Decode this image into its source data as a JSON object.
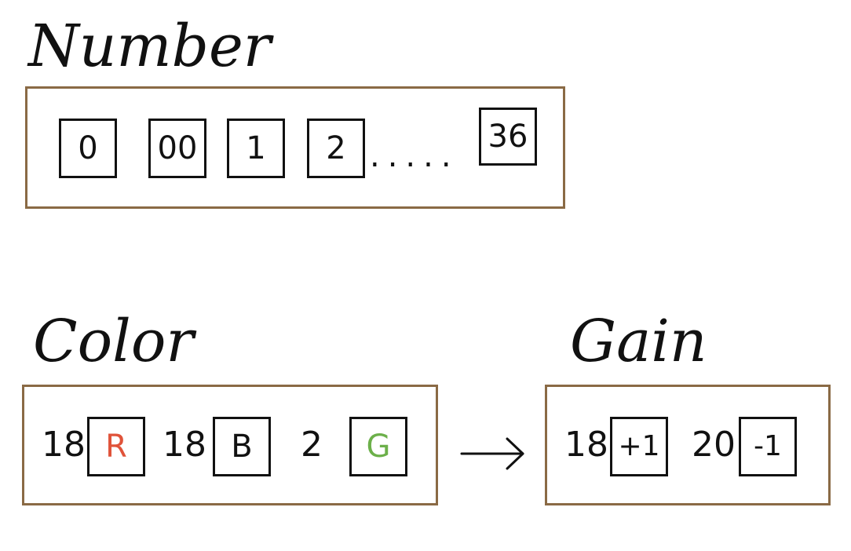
{
  "number": {
    "title": "Number",
    "boxes": [
      "0",
      "00",
      "1",
      "2",
      "36"
    ],
    "ellipsis": "....."
  },
  "color": {
    "title": "Color",
    "items": [
      {
        "count": "18",
        "label": "R",
        "color": "#e0533a"
      },
      {
        "count": "18",
        "label": "B",
        "color": "#111111"
      },
      {
        "count": "2",
        "label": "G",
        "color": "#6cb04a"
      }
    ]
  },
  "gain": {
    "title": "Gain",
    "items": [
      {
        "count": "18",
        "label": "+1"
      },
      {
        "count": "20",
        "label": "-1"
      }
    ]
  },
  "colors": {
    "panel_border": "#8a6a45",
    "ink": "#111111"
  }
}
